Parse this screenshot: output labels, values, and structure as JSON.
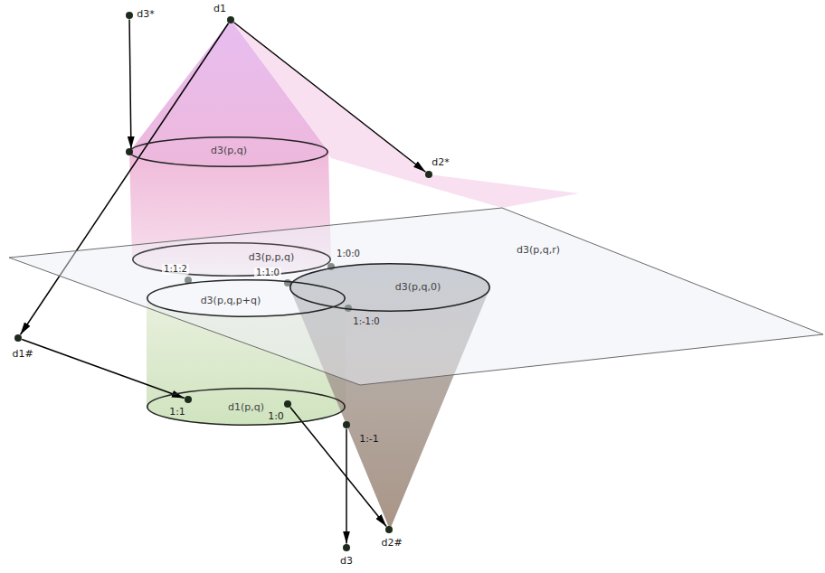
{
  "diagram": {
    "nodes": [
      {
        "text": [
          "d3*"
        ]
      },
      {
        "text": [
          "d1"
        ]
      },
      {
        "text": [
          "d3(p,q)"
        ]
      },
      {
        "text": [
          "d2*"
        ]
      },
      {
        "text": [
          "d3(p,q,r)"
        ]
      },
      {
        "text": [
          "d3(p,p,q)"
        ]
      },
      {
        "text": [
          "d3(p,q,0)"
        ]
      },
      {
        "text": [
          "d3(p,q,p+q)"
        ]
      },
      {
        "text": [
          "d1#"
        ]
      },
      {
        "text": [
          "1:1"
        ]
      },
      {
        "text": [
          "1:0"
        ]
      },
      {
        "text": [
          "d1(p,q)"
        ]
      },
      {
        "text": [
          "1:-1"
        ]
      },
      {
        "text": [
          "d3"
        ]
      },
      {
        "text": [
          "d2#"
        ]
      }
    ],
    "edges": [
      {
        "from": 0,
        "to": 2,
        "arrow": "to"
      },
      {
        "from": 1,
        "to": 3,
        "arrow": "to"
      },
      {
        "from": 1,
        "to": 8,
        "arrow": "to"
      },
      {
        "from": 8,
        "to": 9,
        "arrow": "to"
      },
      {
        "from": 10,
        "to": 14,
        "arrow": "to"
      },
      {
        "from": 12,
        "to": 13,
        "arrow": "to"
      }
    ],
    "labels": [
      "1:0:0",
      "1:1:0",
      "1:1:2",
      "1:-1:0"
    ]
  }
}
